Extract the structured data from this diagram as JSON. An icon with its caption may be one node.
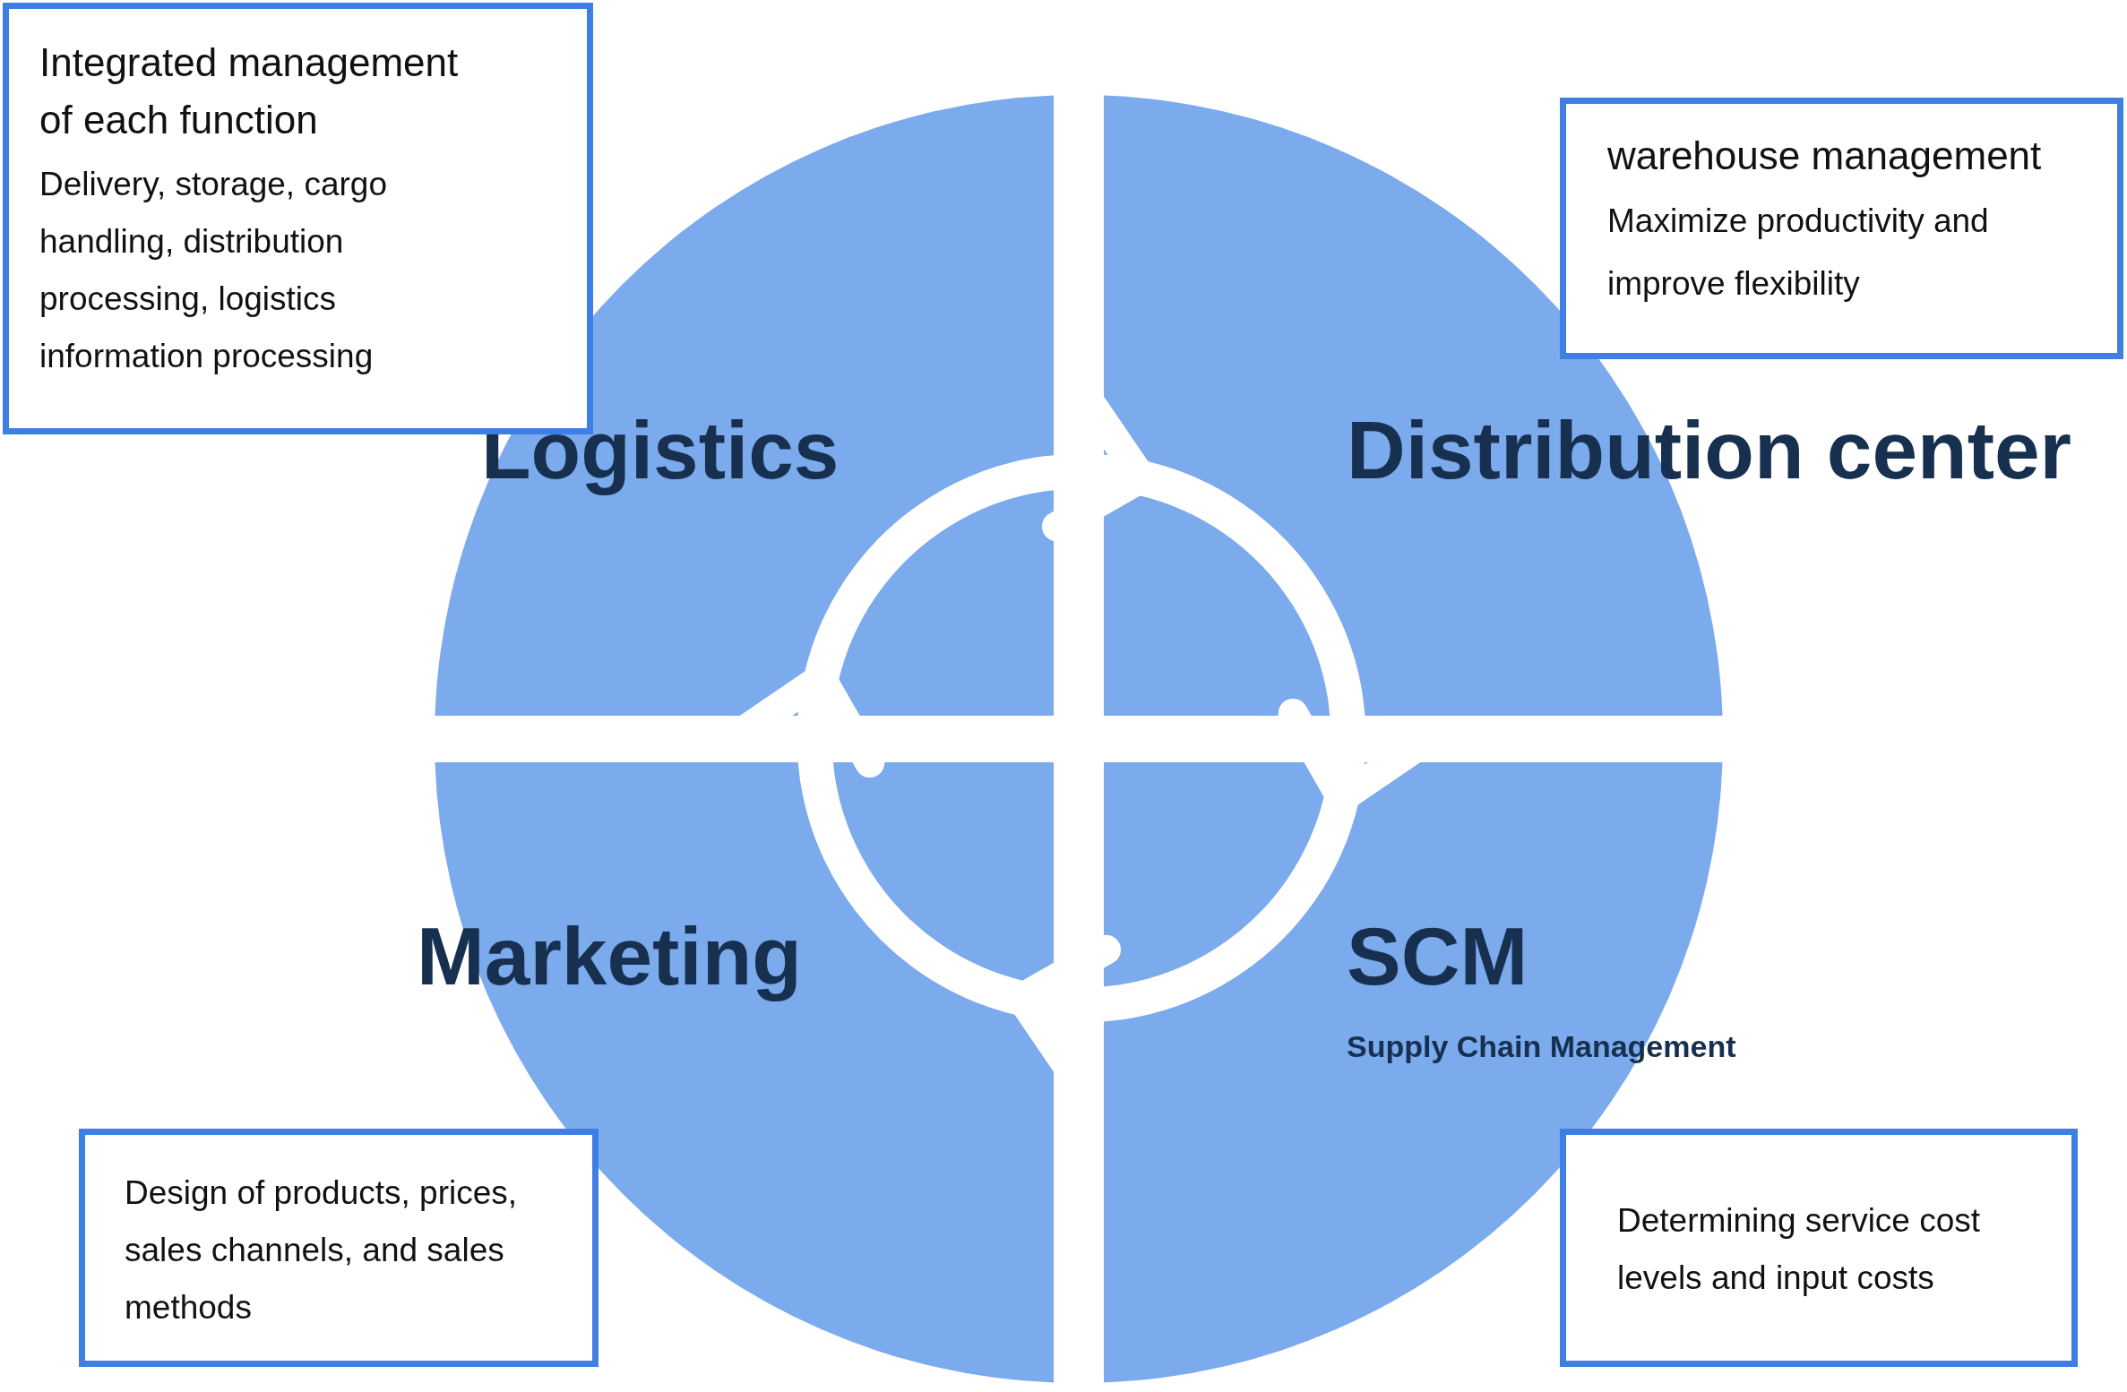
{
  "diagram": {
    "nodes": [
      {
        "text": [
          "Integrated management of each function",
          "Delivery, storage, cargo handling, distribution processing, logistics information processing"
        ]
      },
      {
        "text": [
          "warehouse management",
          "Maximize productivity and improve flexibility"
        ]
      },
      {
        "text": [
          "Logistics"
        ]
      },
      {
        "text": [
          "Distribution center"
        ]
      },
      {
        "text": [
          "Marketing"
        ]
      },
      {
        "text": [
          "SCM",
          "Supply Chain Management"
        ]
      },
      {
        "text": [
          "Design of products, prices, sales channels, and sales methods"
        ]
      },
      {
        "text": [
          "Determining service cost levels and input costs"
        ]
      }
    ],
    "edges": [
      {
        "from": 2,
        "to": 3,
        "arrow": "to"
      },
      {
        "from": 3,
        "to": 5,
        "arrow": "to"
      },
      {
        "from": 5,
        "to": 4,
        "arrow": "to"
      },
      {
        "from": 4,
        "to": 2,
        "arrow": "to"
      }
    ]
  }
}
